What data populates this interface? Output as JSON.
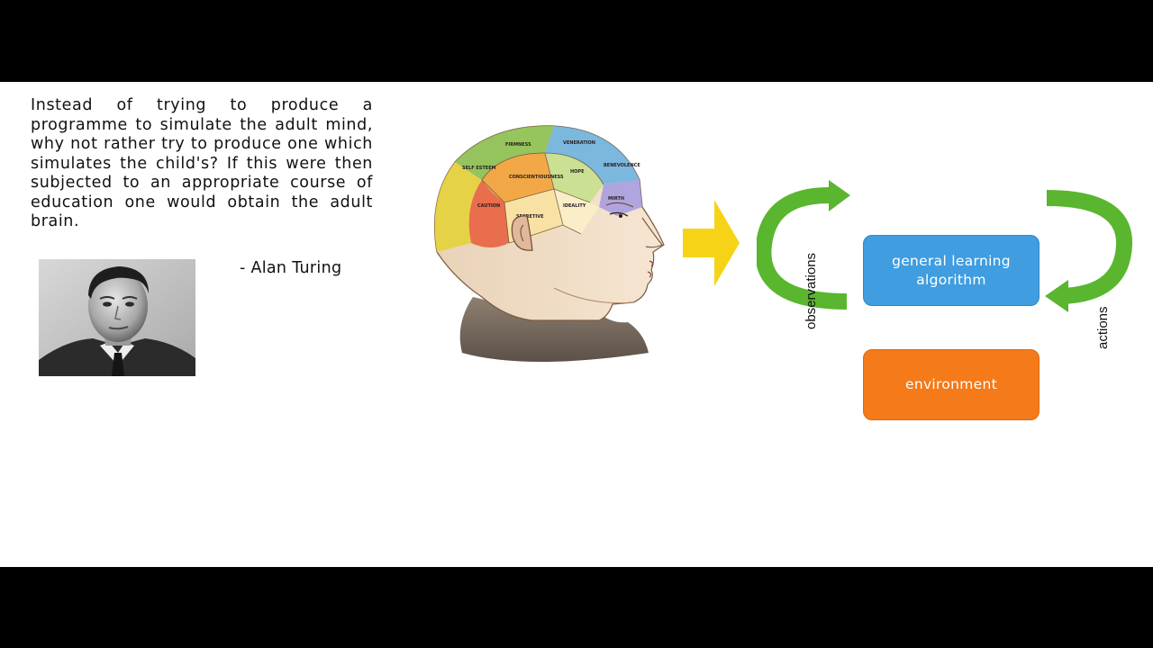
{
  "quote": {
    "text": "Instead of trying to produce a programme to simulate the adult mind, why not rather try to produce one which simulates the child's? If this were then subjected to an appropriate course of education one would obtain the adult brain.",
    "attribution": "- Alan Turing"
  },
  "diagram": {
    "box_top": {
      "line1": "general learning",
      "line2": "algorithm",
      "color": "#3f9de0"
    },
    "box_bottom": {
      "label": "environment",
      "color": "#f47a1a"
    },
    "arrow_left_label": "observations",
    "arrow_right_label": "actions",
    "loop_arrow_color": "#5ab52f",
    "big_arrow_color": "#f7d318"
  },
  "phrenology_regions": [
    "SELF ESTEEM",
    "FIRMNESS",
    "VENERATION",
    "BENEVOLENCE",
    "CONSCIENTIOUSNESS",
    "HOPE",
    "CAUTION",
    "SECRETIVE",
    "IDEALITY",
    "MIRTH"
  ]
}
